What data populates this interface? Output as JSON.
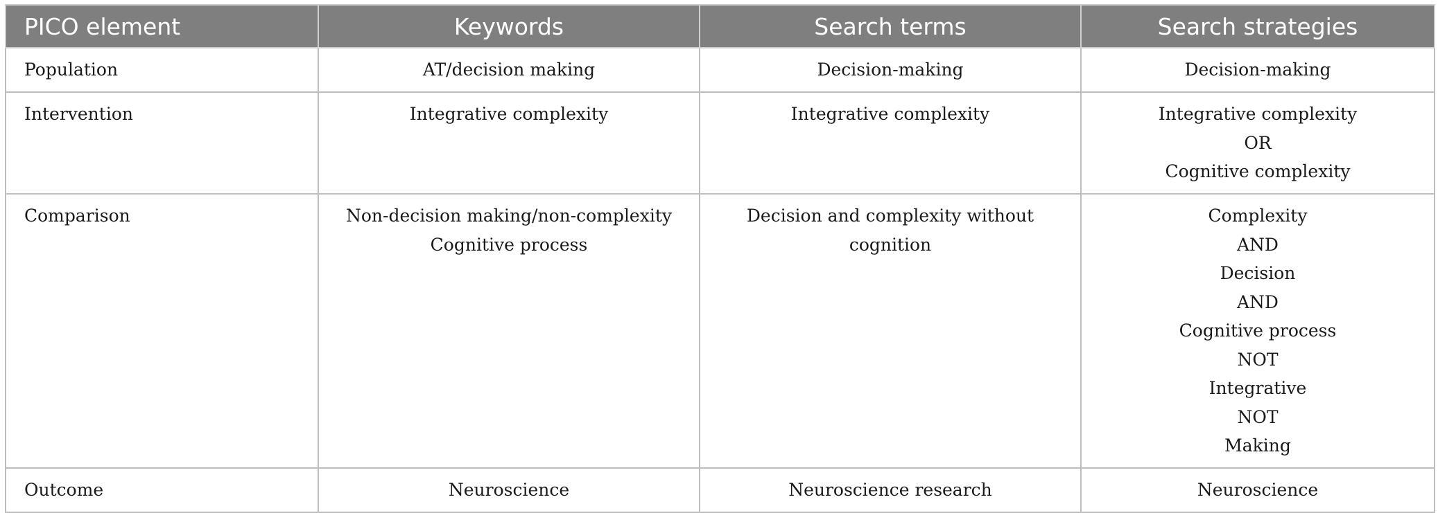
{
  "table": {
    "headers": [
      "PICO element",
      "Keywords",
      "Search terms",
      "Search strategies"
    ],
    "rows": [
      {
        "element": "Population",
        "keywords": [
          "AT/decision making"
        ],
        "search_terms": [
          "Decision-making"
        ],
        "search_strategies": [
          "Decision-making"
        ]
      },
      {
        "element": "Intervention",
        "keywords": [
          "Integrative complexity"
        ],
        "search_terms": [
          "Integrative complexity"
        ],
        "search_strategies": [
          "Integrative complexity",
          "OR",
          "Cognitive complexity"
        ]
      },
      {
        "element": "Comparison",
        "keywords": [
          "Non-decision making/non-complexity",
          "Cognitive process"
        ],
        "search_terms": [
          "Decision and complexity without",
          "cognition"
        ],
        "search_strategies": [
          "Complexity",
          "AND",
          "Decision",
          "AND",
          "Cognitive process",
          "NOT",
          "Integrative",
          "NOT",
          "Making"
        ]
      },
      {
        "element": "Outcome",
        "keywords": [
          "Neuroscience"
        ],
        "search_terms": [
          "Neuroscience research"
        ],
        "search_strategies": [
          "Neuroscience"
        ]
      }
    ]
  },
  "colors": {
    "header_background": "#7f7f7f",
    "header_text": "#ffffff",
    "grid_lines": "#bdbdbd"
  }
}
